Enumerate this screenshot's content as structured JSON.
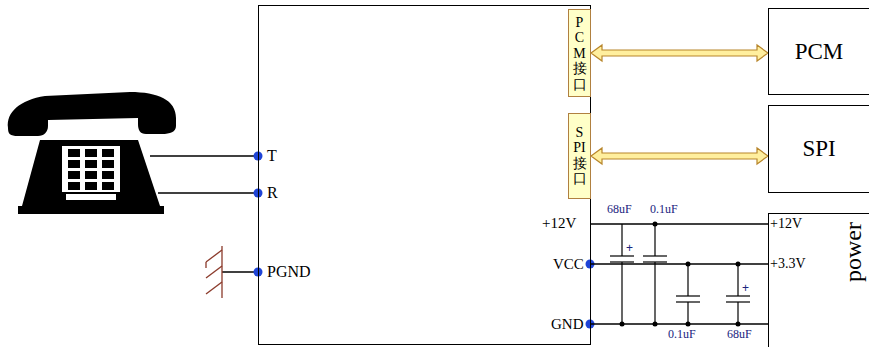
{
  "diagram": {
    "nodes": [
      {
        "text": [
          "T",
          "R",
          "PGND",
          "+12V",
          "VCC",
          "GND"
        ]
      },
      {
        "text": [
          "PCM接口"
        ],
        "in": 0
      },
      {
        "text": [
          "SPI接口"
        ],
        "in": 0
      },
      {
        "text": [
          "PCM"
        ]
      },
      {
        "text": [
          "SPI"
        ]
      },
      {
        "text": [
          "power",
          "+12V",
          "+3.3V"
        ]
      }
    ],
    "edges": [
      {
        "from": 1,
        "to": 3,
        "arrow": "both"
      },
      {
        "from": 2,
        "to": 4,
        "arrow": "both"
      },
      {
        "from": 0,
        "to": 5,
        "arrow": "none"
      },
      {
        "from": 0,
        "to": 5,
        "arrow": "none"
      },
      {
        "from": 0,
        "to": 5,
        "arrow": "none"
      }
    ],
    "labels": [
      "68uF",
      "0.1uF",
      "0.1uF",
      "68uF"
    ]
  }
}
